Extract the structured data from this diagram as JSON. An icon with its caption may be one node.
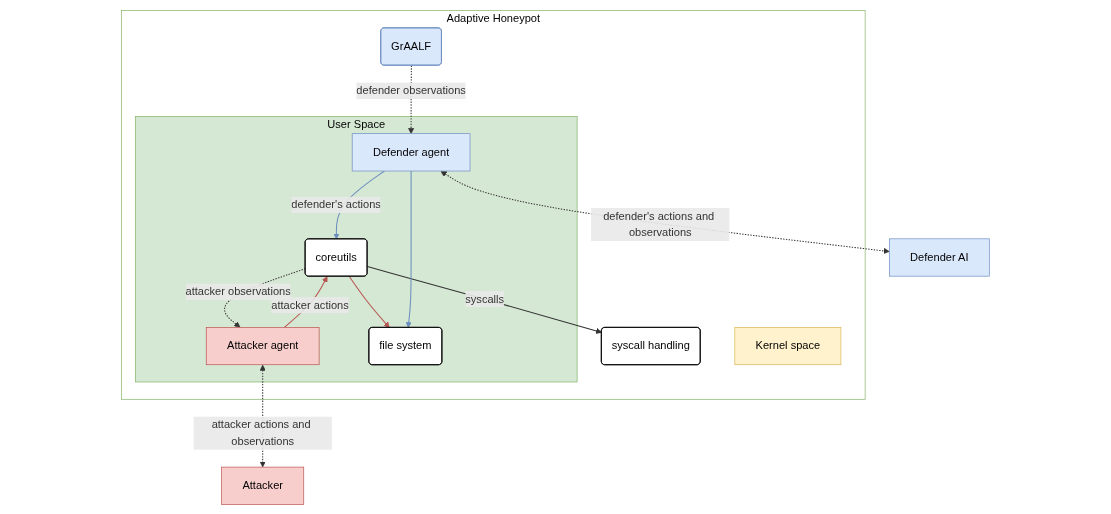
{
  "diagram": {
    "nodes": [
      {
        "text": [
          "Adaptive Honeypot"
        ]
      },
      {
        "text": [
          "User Space"
        ],
        "in": 0
      },
      {
        "text": [
          "Kernel space"
        ],
        "in": 0
      },
      {
        "text": [
          "Attacker agent"
        ],
        "in": 1
      },
      {
        "text": [
          "coreutils"
        ],
        "in": 1
      },
      {
        "text": [
          "file system"
        ],
        "in": 1
      },
      {
        "text": [
          "Defender agent"
        ],
        "in": 1
      },
      {
        "text": [
          "syscall handling"
        ],
        "in": 0
      },
      {
        "text": [
          "GrAALF"
        ],
        "in": 0
      },
      {
        "text": [
          "Attacker"
        ]
      },
      {
        "text": [
          "Defender AI"
        ]
      }
    ],
    "edges": [
      {
        "from": 3,
        "to": 9,
        "arrow": "both",
        "style": "dashed",
        "label": "attacker actions and observations"
      },
      {
        "from": 4,
        "to": 3,
        "arrow": "to",
        "style": "dashed",
        "label": "attacker observations"
      },
      {
        "from": 3,
        "to": 4,
        "arrow": "to",
        "color": "#b85450",
        "label": "attacker actions"
      },
      {
        "from": 4,
        "to": 5,
        "arrow": "to",
        "color": "#b85450"
      },
      {
        "from": 4,
        "to": 7,
        "arrow": "to",
        "label": "syscalls"
      },
      {
        "from": 8,
        "to": 6,
        "arrow": "to",
        "style": "dashed",
        "label": "defender observations"
      },
      {
        "from": 6,
        "to": 4,
        "arrow": "to",
        "color": "#6c8ebf",
        "label": "defender's actions"
      },
      {
        "from": 6,
        "to": 5,
        "arrow": "to",
        "color": "#6c8ebf"
      },
      {
        "from": 6,
        "to": 10,
        "arrow": "both",
        "style": "dashed",
        "label": "defender's actions and observations"
      }
    ]
  }
}
